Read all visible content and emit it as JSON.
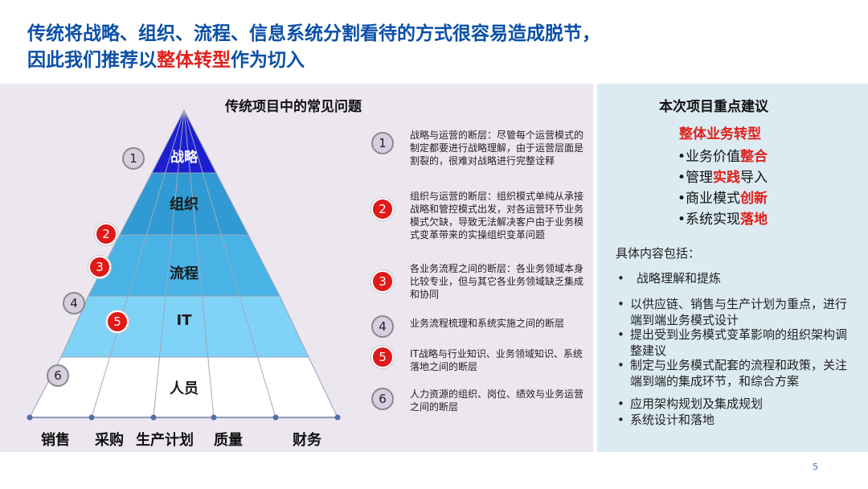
{
  "title": {
    "line1": "传统将战略、组织、流程、信息系统分割看待的方式很容易造成脱节，",
    "line2_pre": "因此我们推荐以",
    "line2_hl": "整体转型",
    "line2_post": "作为切入"
  },
  "left": {
    "heading": "传统项目中的常见问题",
    "layers": [
      "战略",
      "组织",
      "流程",
      "IT",
      "人员"
    ],
    "bottom_labels": [
      "销售",
      "采购",
      "生产计划",
      "质量",
      "财务"
    ],
    "pyramid_badges": [
      "1",
      "2",
      "3",
      "4",
      "5",
      "6"
    ],
    "issues": [
      {
        "num": "1",
        "text": "战略与运营的断层：尽管每个运营模式的制定都要进行战略理解，由于运营层面是割裂的，很难对战略进行完整诠释"
      },
      {
        "num": "2",
        "text": "组织与运营的断层：组织模式单纯从承接战略和管控模式出发，对各运营环节业务模式欠缺，导致无法解决客户由于业务模式变革带来的实操组织变革问题"
      },
      {
        "num": "3",
        "text": "各业务流程之间的断层：各业务领域本身比较专业，但与其它各业务领域缺乏集成和协同"
      },
      {
        "num": "4",
        "text": "业务流程梳理和系统实施之间的断层"
      },
      {
        "num": "5",
        "text": "IT战略与行业知识、业务领域知识、系统落地之间的断层"
      },
      {
        "num": "6",
        "text": "人力资源的组织、岗位、绩效与业务运营之间的断层"
      }
    ]
  },
  "right": {
    "heading": "本次项目重点建议",
    "rec_head": "整体业务转型",
    "recs": [
      {
        "pre": "•业务价值",
        "hl": "整合",
        "post": ""
      },
      {
        "pre": "•管理",
        "hl": "实践",
        "post": "导入"
      },
      {
        "pre": "•商业模式",
        "hl": "创新",
        "post": ""
      },
      {
        "pre": "•系统实现",
        "hl": "落地",
        "post": ""
      }
    ],
    "intro": "具体内容包括：",
    "bullet_mark": "•",
    "bullets": [
      "战略理解和提炼",
      "以供应链、销售与生产计划为重点，进行端到端业务模式设计",
      "提出受到业务模式变革影响的组织架构调整建议",
      "制定与业务模式配套的流程和政策，关注端到端的集成环节，和综合方案",
      "应用架构规划及集成规划",
      "系统设计和落地"
    ]
  },
  "page_number": "5",
  "colors": {
    "title_blue": "#0a4fa8",
    "accent_red": "#e0201b",
    "layer_strategy": "#1c1fd0",
    "layer_org": "#2f9ad3",
    "layer_process": "#49b3e6",
    "layer_it": "#7fd3f6",
    "layer_people": "#ffffff"
  }
}
